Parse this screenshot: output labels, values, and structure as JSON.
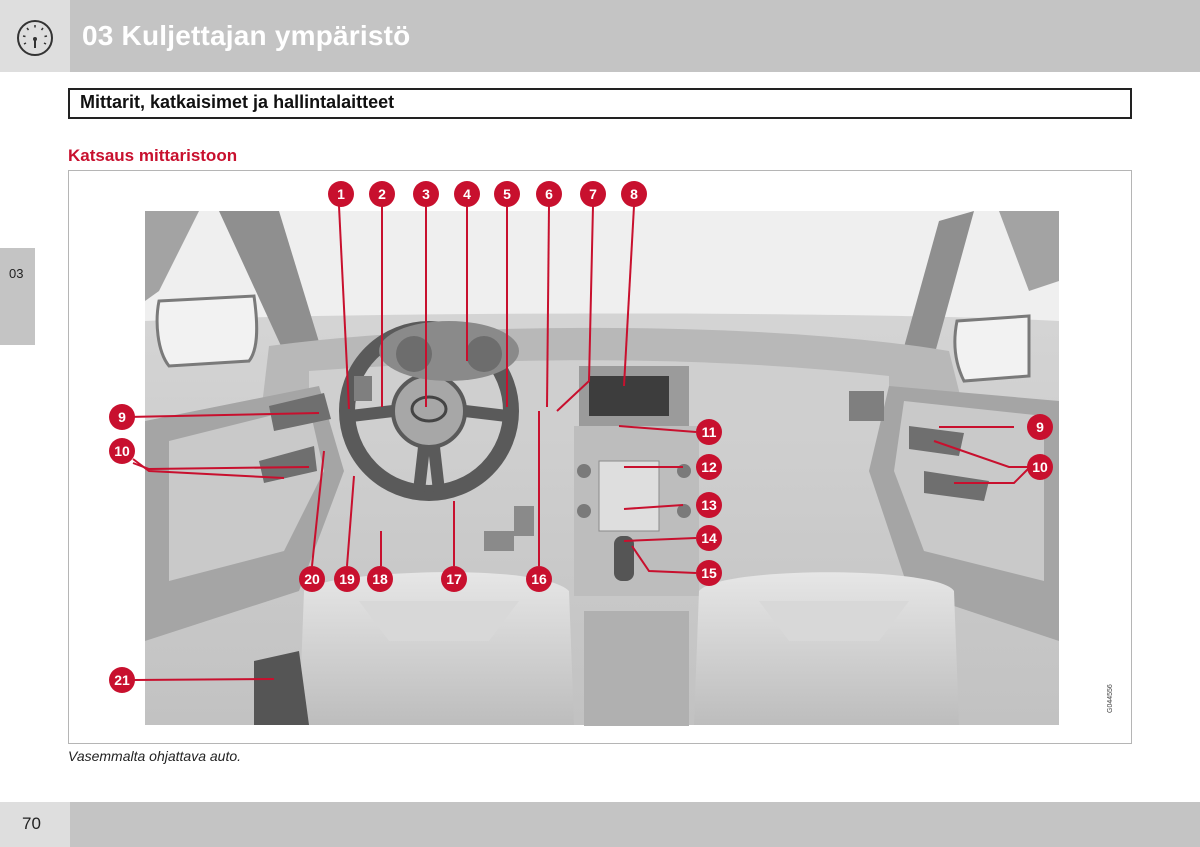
{
  "header": {
    "chapter_title": "03 Kuljettajan ympäristö",
    "icon": "gauge-icon"
  },
  "side_tab": {
    "label": "03"
  },
  "section": {
    "title": "Mittarit, katkaisimet ja hallintalaitteet"
  },
  "subsection": {
    "title": "Katsaus mittaristoon"
  },
  "figure": {
    "code": "G044556",
    "caption": "Vasemmalta ohjattava auto.",
    "callouts": [
      "1",
      "2",
      "3",
      "4",
      "5",
      "6",
      "7",
      "8",
      "9",
      "10",
      "11",
      "12",
      "13",
      "14",
      "15",
      "16",
      "17",
      "18",
      "19",
      "20",
      "21",
      "9",
      "10"
    ]
  },
  "footer": {
    "page_number": "70"
  },
  "colors": {
    "accent": "#c8102e",
    "band_gray": "#c4c4c4",
    "tile_gray": "#dedede"
  }
}
